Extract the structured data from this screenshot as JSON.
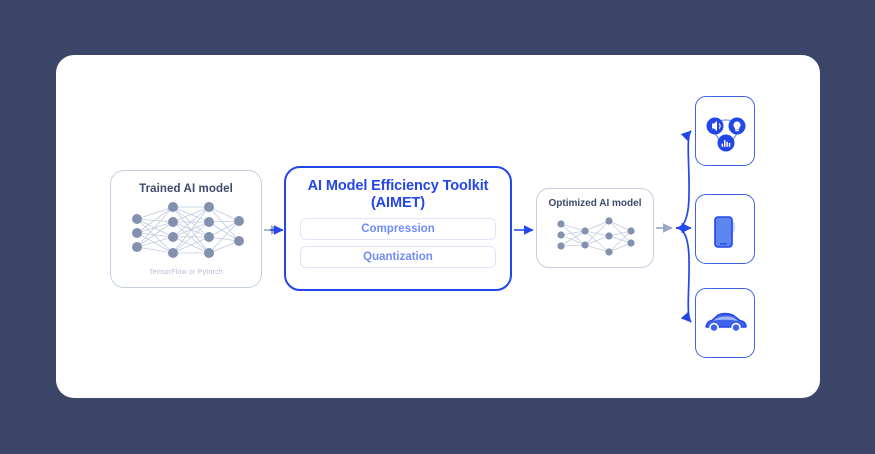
{
  "canvas": {
    "background_color": "#3b4568",
    "card_color": "#ffffff"
  },
  "palette": {
    "brand_blue": "#2346e8",
    "light_blue": "#6f8cf7",
    "slate": "#3d4a6b",
    "node_gray": "#8491ae",
    "caption_gray": "#b2bdd2",
    "border_gray": "#c3cee0",
    "device_blue": "#3e63e8"
  },
  "flow": {
    "trained_model": {
      "title": "Trained AI model",
      "caption": "TensorFlow or Pytorch",
      "network": {
        "layers": [
          3,
          4,
          4,
          2
        ],
        "style": "fully-connected"
      }
    },
    "toolkit": {
      "title_line1": "AI Model Efficiency Toolkit",
      "title_line2": "(AIMET)",
      "features": [
        {
          "label": "Compression"
        },
        {
          "label": "Quantization"
        }
      ]
    },
    "optimized_model": {
      "title": "Optimized AI model",
      "network": {
        "layers": [
          3,
          2,
          3,
          2
        ],
        "style": "sparse"
      }
    },
    "targets": [
      {
        "id": "iot",
        "icon": "smart-speaker-icon",
        "label": "IoT device"
      },
      {
        "id": "phone",
        "icon": "smartphone-icon",
        "label": "Smartphone"
      },
      {
        "id": "car",
        "icon": "car-icon",
        "label": "Automotive"
      }
    ],
    "connectors": [
      {
        "from": "trained_model",
        "to": "toolkit"
      },
      {
        "from": "toolkit",
        "to": "optimized_model"
      },
      {
        "from": "optimized_model",
        "to": "iot"
      },
      {
        "from": "optimized_model",
        "to": "phone"
      },
      {
        "from": "optimized_model",
        "to": "car"
      }
    ]
  }
}
